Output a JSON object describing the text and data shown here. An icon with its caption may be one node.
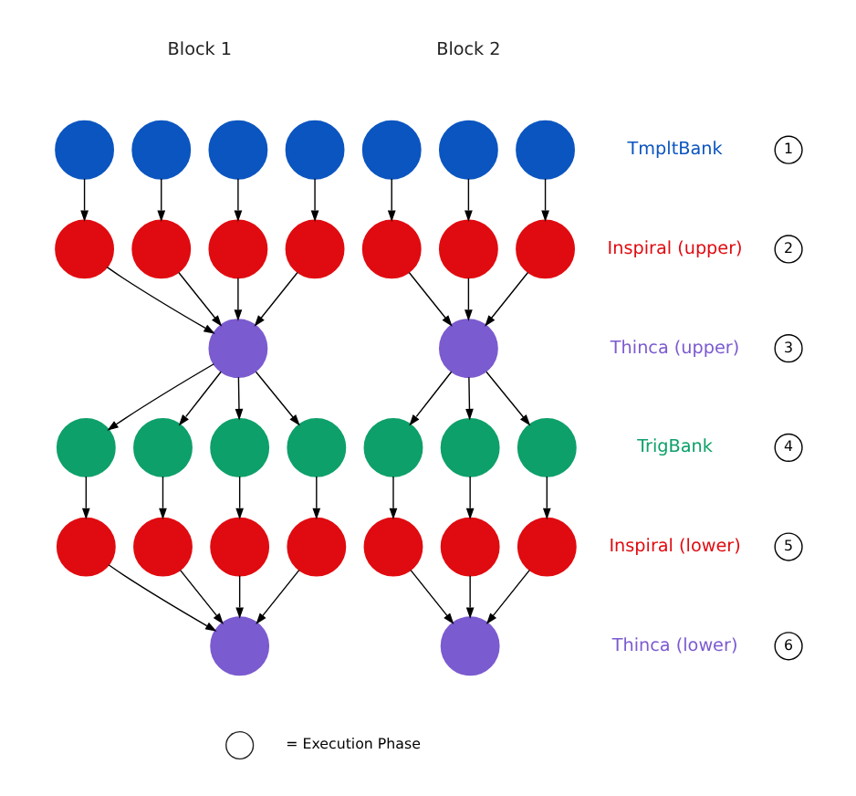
{
  "diagram": {
    "nodes": [
      {
        "text": [],
        "shape": "circle"
      },
      {
        "text": [],
        "shape": "circle"
      },
      {
        "text": [],
        "shape": "circle"
      },
      {
        "text": [],
        "shape": "circle"
      },
      {
        "text": [],
        "shape": "circle"
      },
      {
        "text": [],
        "shape": "circle"
      },
      {
        "text": [],
        "shape": "circle"
      },
      {
        "text": [
          "1"
        ]
      },
      {
        "text": [],
        "shape": "circle"
      },
      {
        "text": [],
        "shape": "circle"
      },
      {
        "text": [],
        "shape": "circle"
      },
      {
        "text": [],
        "shape": "circle"
      },
      {
        "text": [],
        "shape": "circle"
      },
      {
        "text": [],
        "shape": "circle"
      },
      {
        "text": [],
        "shape": "circle"
      },
      {
        "text": [
          "2"
        ]
      },
      {
        "text": [],
        "shape": "circle"
      },
      {
        "text": [],
        "shape": "circle"
      },
      {
        "text": [
          "3"
        ]
      },
      {
        "text": [],
        "shape": "circle"
      },
      {
        "text": [],
        "shape": "circle"
      },
      {
        "text": [],
        "shape": "circle"
      },
      {
        "text": [],
        "shape": "circle"
      },
      {
        "text": [],
        "shape": "circle"
      },
      {
        "text": [],
        "shape": "circle"
      },
      {
        "text": [],
        "shape": "circle"
      },
      {
        "text": [
          "4"
        ]
      },
      {
        "text": [],
        "shape": "circle"
      },
      {
        "text": [],
        "shape": "circle"
      },
      {
        "text": [],
        "shape": "circle"
      },
      {
        "text": [],
        "shape": "circle"
      },
      {
        "text": [],
        "shape": "circle"
      },
      {
        "text": [],
        "shape": "circle"
      },
      {
        "text": [],
        "shape": "circle"
      },
      {
        "text": [
          "5"
        ]
      },
      {
        "text": [],
        "shape": "circle"
      },
      {
        "text": [],
        "shape": "circle"
      },
      {
        "text": [
          "6"
        ]
      },
      {
        "text": [],
        "shape": "circle"
      }
    ],
    "edges": [
      {
        "from": 0,
        "to": 8,
        "arrow": "to"
      },
      {
        "from": 1,
        "to": 9,
        "arrow": "to"
      },
      {
        "from": 2,
        "to": 10,
        "arrow": "to"
      },
      {
        "from": 3,
        "to": 11,
        "arrow": "to"
      },
      {
        "from": 4,
        "to": 12,
        "arrow": "to"
      },
      {
        "from": 5,
        "to": 13,
        "arrow": "to"
      },
      {
        "from": 6,
        "to": 14,
        "arrow": "to"
      },
      {
        "from": 8,
        "to": 16,
        "arrow": "to"
      },
      {
        "from": 9,
        "to": 16,
        "arrow": "to"
      },
      {
        "from": 10,
        "to": 16,
        "arrow": "to"
      },
      {
        "from": 11,
        "to": 16,
        "arrow": "to"
      },
      {
        "from": 12,
        "to": 17,
        "arrow": "to"
      },
      {
        "from": 13,
        "to": 17,
        "arrow": "to"
      },
      {
        "from": 14,
        "to": 17,
        "arrow": "to"
      },
      {
        "from": 16,
        "to": 19,
        "arrow": "to"
      },
      {
        "from": 16,
        "to": 20,
        "arrow": "to"
      },
      {
        "from": 16,
        "to": 21,
        "arrow": "to"
      },
      {
        "from": 16,
        "to": 22,
        "arrow": "to"
      },
      {
        "from": 17,
        "to": 23,
        "arrow": "to"
      },
      {
        "from": 17,
        "to": 24,
        "arrow": "to"
      },
      {
        "from": 17,
        "to": 25,
        "arrow": "to"
      },
      {
        "from": 19,
        "to": 27,
        "arrow": "to"
      },
      {
        "from": 20,
        "to": 28,
        "arrow": "to"
      },
      {
        "from": 21,
        "to": 29,
        "arrow": "to"
      },
      {
        "from": 22,
        "to": 30,
        "arrow": "to"
      },
      {
        "from": 23,
        "to": 31,
        "arrow": "to"
      },
      {
        "from": 24,
        "to": 32,
        "arrow": "to"
      },
      {
        "from": 25,
        "to": 33,
        "arrow": "to"
      },
      {
        "from": 27,
        "to": 35,
        "arrow": "to"
      },
      {
        "from": 28,
        "to": 35,
        "arrow": "to"
      },
      {
        "from": 29,
        "to": 35,
        "arrow": "to"
      },
      {
        "from": 30,
        "to": 35,
        "arrow": "to"
      },
      {
        "from": 31,
        "to": 36,
        "arrow": "to"
      },
      {
        "from": 32,
        "to": 36,
        "arrow": "to"
      },
      {
        "from": 33,
        "to": 36,
        "arrow": "to"
      }
    ],
    "labels": [
      "Block 1",
      "Block 2",
      "TmpltBank",
      "Inspiral (upper)",
      "Thinca (upper)",
      "TrigBank",
      "Inspiral (lower)",
      "Thinca (lower)"
    ],
    "legend": [
      {
        "text": "= Execution Phase"
      }
    ]
  }
}
